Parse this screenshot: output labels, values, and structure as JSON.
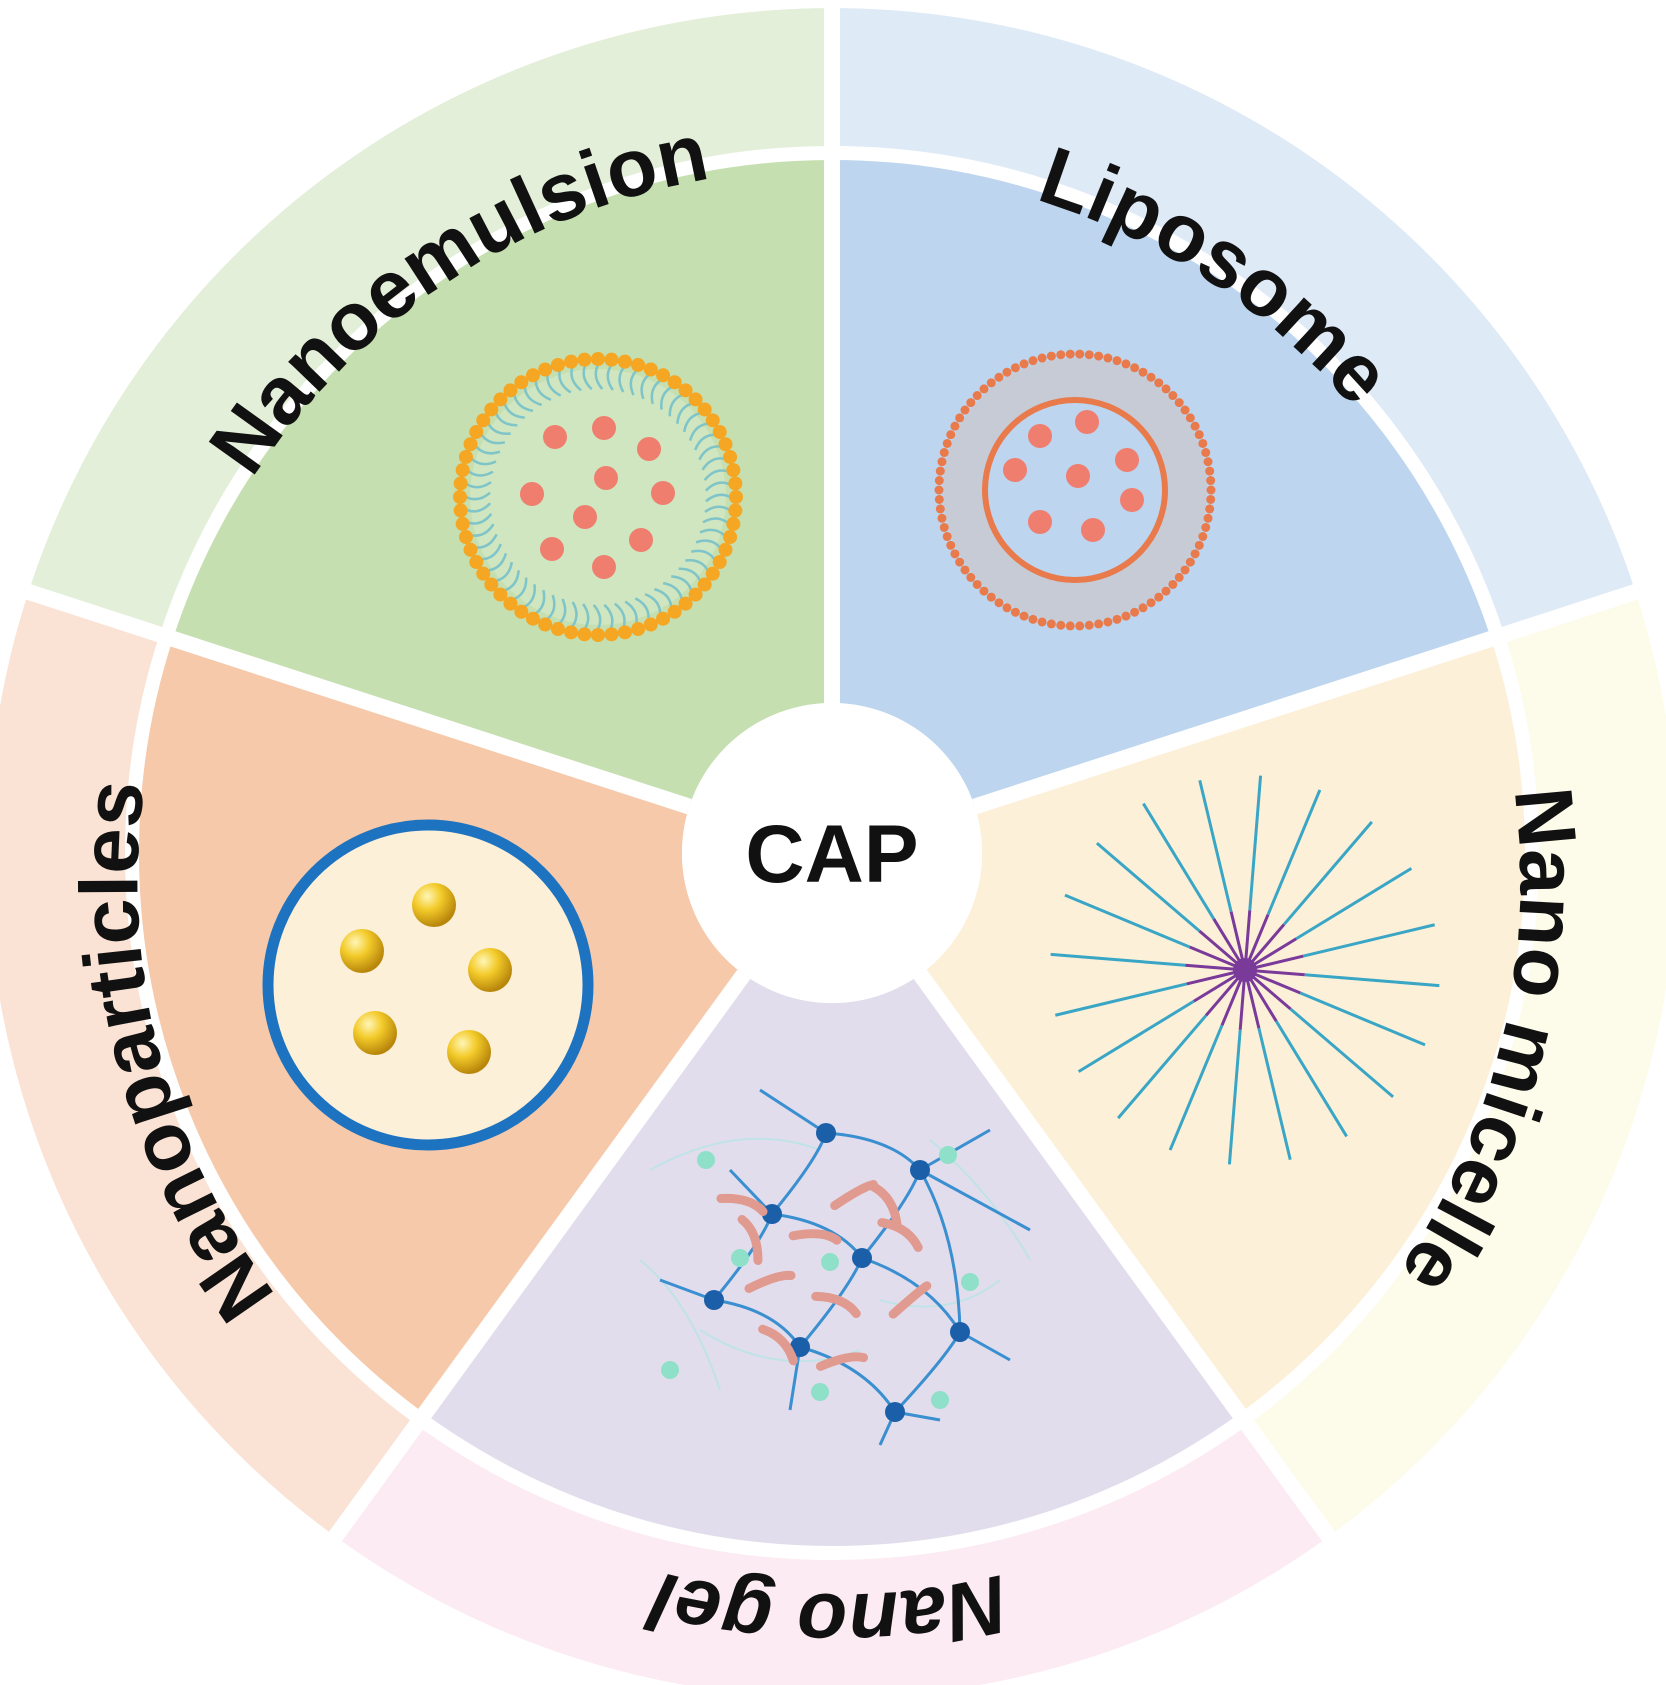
{
  "center": {
    "label": "CAP"
  },
  "segments": [
    {
      "key": "nanoemulsion",
      "label": "Nanoemulsion",
      "italic": false,
      "outer_color": "#e3efd9",
      "inner_color": "#c5dfb1"
    },
    {
      "key": "liposome",
      "label": "Liposome",
      "italic": false,
      "outer_color": "#dfeaf7",
      "inner_color": "#bdd5ee"
    },
    {
      "key": "nano-micelle",
      "label": "Nano micelle",
      "italic": false,
      "outer_color": "#fdfbe9",
      "inner_color": "#fdf0d9"
    },
    {
      "key": "nano-gel",
      "label": "Nano gel",
      "italic": true,
      "outer_color": "#fcebf2",
      "inner_color": "#e2ddec"
    },
    {
      "key": "nanoparticles",
      "label": "Nanoparticles",
      "italic": false,
      "outer_color": "#fae2d5",
      "inner_color": "#f5c9aa"
    }
  ],
  "icons": {
    "nanoemulsion": {
      "shell_color": "#f5a623",
      "tail_color": "#7fc4c8",
      "drop_color": "#ef7e6e"
    },
    "liposome": {
      "bilayer_color": "#e87a4c",
      "gap_color": "#c7cbd6",
      "core_color": "#bdd5ee",
      "drop_color": "#ef7e6e"
    },
    "nano-micelle": {
      "arm_color": "#3aa6c6",
      "core_color": "#7a3a9a"
    },
    "nano-gel": {
      "strand_color": "#3a8fd0",
      "node_color": "#1a5fa8",
      "faint_node_color": "#8fe0c8",
      "drug_color": "#e09a8f"
    },
    "nanoparticles": {
      "shell_color": "#1e73c0",
      "fill_color": "#fdf0d9",
      "bead_color": "#e8b41a"
    }
  }
}
